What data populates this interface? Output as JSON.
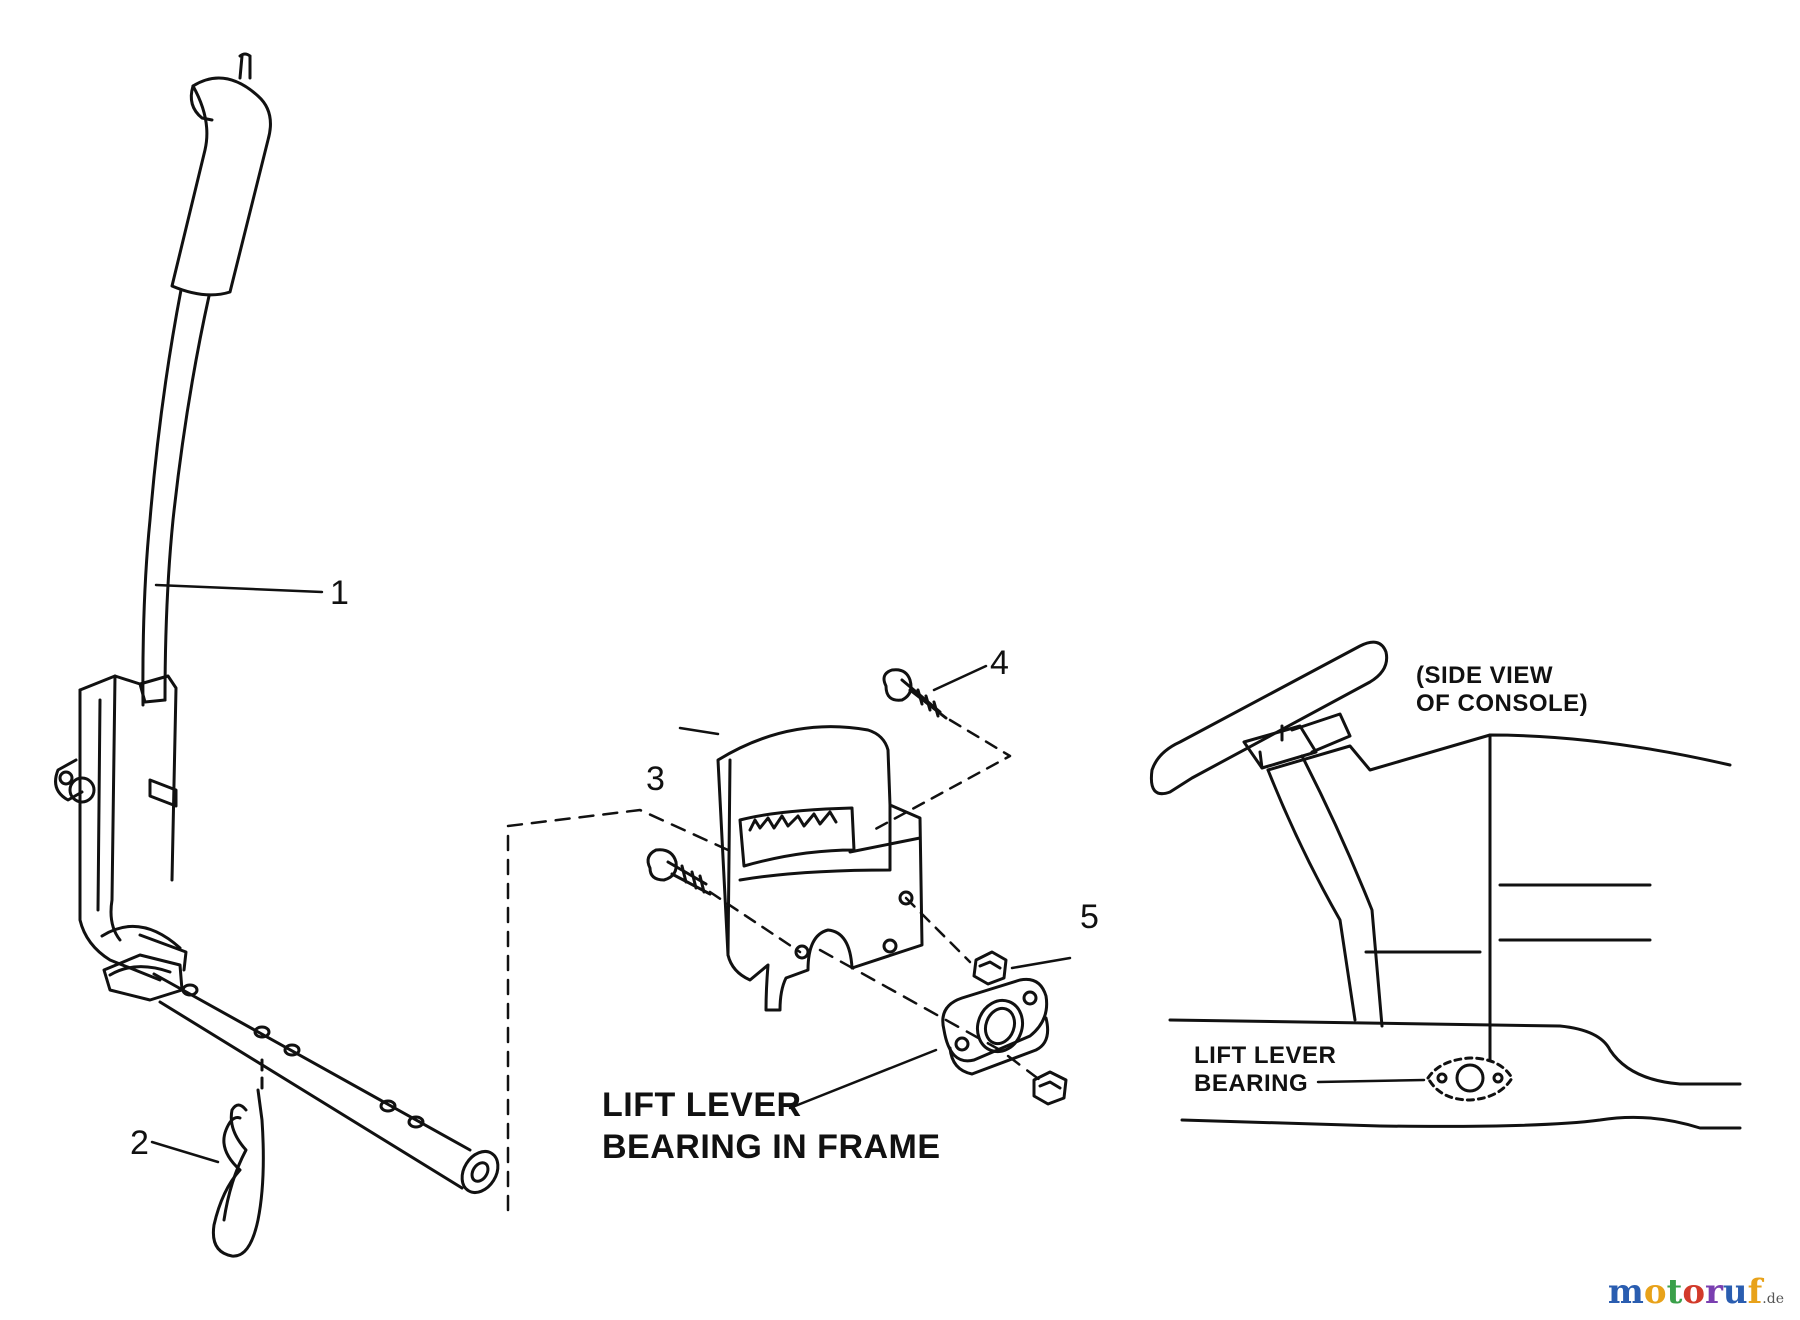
{
  "callouts": [
    "1",
    "2",
    "3",
    "4",
    "5"
  ],
  "captions": {
    "bearing_in_frame_line1": "LIFT LEVER",
    "bearing_in_frame_line2": "BEARING IN FRAME",
    "console_view_line1": "(SIDE VIEW",
    "console_view_line2": "OF CONSOLE)",
    "lift_bearing_line1": "LIFT LEVER",
    "lift_bearing_line2": "BEARING"
  },
  "watermark": {
    "letters": [
      "m",
      "o",
      "t",
      "o",
      "r",
      "u",
      "f"
    ],
    "colors": [
      "#2a5db0",
      "#e8a21a",
      "#3aa04a",
      "#d23a2a",
      "#7a3fb0",
      "#2a5db0",
      "#e8a21a"
    ],
    "tld": ".de"
  },
  "colors": {
    "ink": "#111111",
    "background": "#ffffff"
  }
}
